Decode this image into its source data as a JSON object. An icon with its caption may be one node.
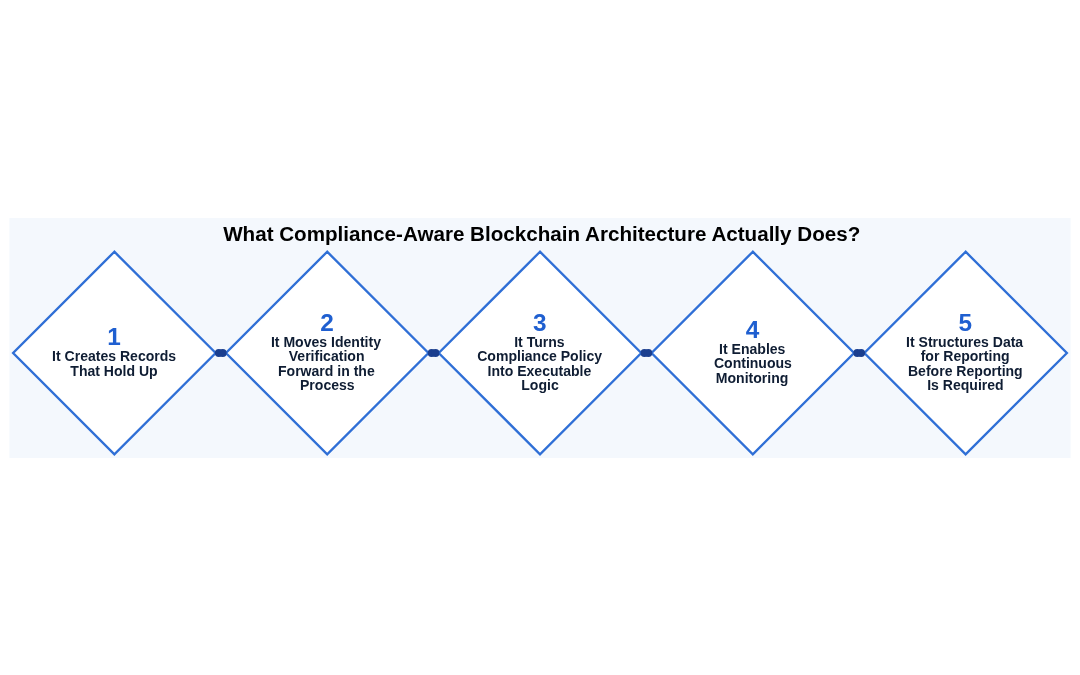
{
  "diagram": {
    "title": "What Compliance-Aware Blockchain Architecture Actually Does?",
    "nodes": [
      {
        "text": [
          "1",
          "It Creates Records That Hold Up"
        ]
      },
      {
        "text": [
          "2",
          "It Moves Identity Verification Forward in the Process"
        ]
      },
      {
        "text": [
          "3",
          "It Turns Compliance Policy Into Executable Logic"
        ]
      },
      {
        "text": [
          "4",
          "It Enables Continuous Monitoring"
        ]
      },
      {
        "text": [
          "5",
          "It Structures Data for Reporting Before Reporting Is Required"
        ]
      }
    ],
    "edges": [
      {
        "from": 0,
        "to": 1,
        "arrow": "other"
      },
      {
        "from": 1,
        "to": 2,
        "arrow": "other"
      },
      {
        "from": 2,
        "to": 3,
        "arrow": "other"
      },
      {
        "from": 3,
        "to": 4,
        "arrow": "other"
      }
    ]
  }
}
